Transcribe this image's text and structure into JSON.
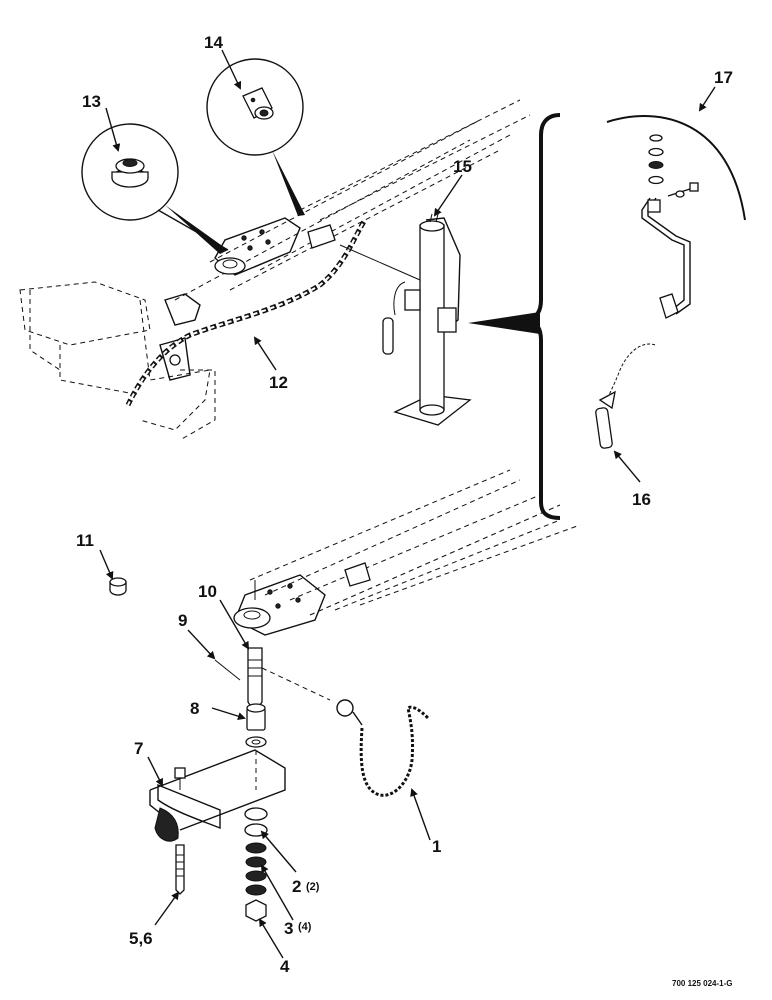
{
  "callouts": {
    "c1": "1",
    "c2": "2",
    "c2_qty": "(2)",
    "c3": "3",
    "c3_qty": "(4)",
    "c4": "4",
    "c56": "5,6",
    "c7": "7",
    "c8": "8",
    "c9": "9",
    "c10": "10",
    "c11": "11",
    "c12": "12",
    "c13": "13",
    "c14": "14",
    "c15": "15",
    "c16": "16",
    "c17": "17"
  },
  "document_number": "700 125 024-1-G"
}
